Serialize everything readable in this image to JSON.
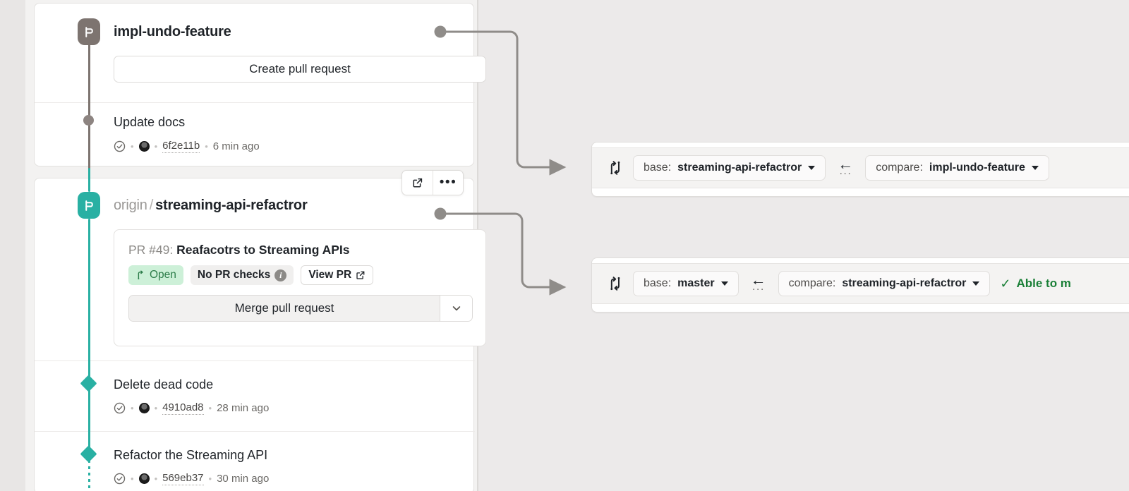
{
  "left_panel": {
    "branches": [
      {
        "id": "local-branch",
        "name": "impl-undo-feature",
        "badge_icon": "git-branch-icon",
        "badge_color": "#7d7470",
        "action_label": "Create pull request",
        "commits": [
          {
            "title": "Update docs",
            "status_icon": "check-circle-icon",
            "author_icon": "avatar",
            "sha": "6f2e11b",
            "time": "6 min ago"
          }
        ]
      },
      {
        "id": "remote-branch",
        "remote_prefix": "origin",
        "separator": "/",
        "name": "streaming-api-refactror",
        "badge_icon": "git-branch-icon",
        "badge_color": "#29b0a3",
        "actions": [
          {
            "icon": "external-link-icon",
            "name": "open-externally"
          },
          {
            "icon": "kebab-menu-icon",
            "name": "more-options"
          }
        ],
        "pull_request": {
          "number_label": "PR #49:",
          "title": "Reafacotrs to Streaming APIs",
          "state_chip": {
            "label": "Open",
            "icon": "pull-request-icon",
            "bg": "#cdf0d8",
            "fg": "#2d7d4a"
          },
          "checks_chip": {
            "label": "No PR checks",
            "icon": "info-icon"
          },
          "view_chip": {
            "label": "View PR",
            "icon": "external-link-icon"
          },
          "merge_button": {
            "label": "Merge pull request",
            "caret_icon": "chevron-down-icon"
          }
        },
        "commits": [
          {
            "title": "Delete dead code",
            "status_icon": "check-circle-icon",
            "author_icon": "avatar",
            "sha": "4910ad8",
            "time": "28 min ago"
          },
          {
            "title": "Refactor the Streaming API",
            "status_icon": "check-circle-icon",
            "author_icon": "avatar",
            "sha": "569eb37",
            "time": "30 min ago"
          }
        ]
      }
    ]
  },
  "right_panel": {
    "compare_views": [
      {
        "id": "compare-view-1",
        "icon": "compare-branches-icon",
        "base": {
          "prefix": "base:",
          "value": "streaming-api-refactror",
          "caret_icon": "chevron-down-icon"
        },
        "swap": {
          "icon": "arrow-left-icon",
          "dots": "···"
        },
        "compare": {
          "prefix": "compare:",
          "value": "impl-undo-feature",
          "caret_icon": "chevron-down-icon"
        },
        "status": null
      },
      {
        "id": "compare-view-2",
        "icon": "compare-branches-icon",
        "base": {
          "prefix": "base:",
          "value": "master",
          "caret_icon": "chevron-down-icon"
        },
        "swap": {
          "icon": "arrow-left-icon",
          "dots": "···"
        },
        "compare": {
          "prefix": "compare:",
          "value": "streaming-api-refactror",
          "caret_icon": "chevron-down-icon"
        },
        "status": {
          "icon": "check-icon",
          "tick": "✓",
          "label": "Able to m",
          "color": "#1a7f37"
        }
      }
    ]
  },
  "colors": {
    "teal": "#29b0a3",
    "gray_branch": "#7d7470",
    "green_text": "#1a7f37",
    "open_bg": "#cdf0d8",
    "open_fg": "#2d7d4a"
  }
}
